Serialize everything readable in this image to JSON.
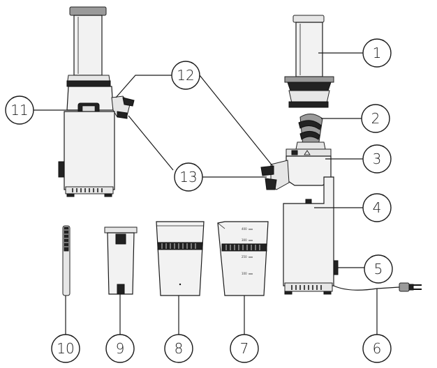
{
  "callouts": {
    "c1": "1",
    "c2": "2",
    "c3": "3",
    "c4": "4",
    "c5": "5",
    "c6": "6",
    "c7": "7",
    "c8": "8",
    "c9": "9",
    "c10": "10",
    "c11": "11",
    "c12": "12",
    "c13": "13"
  },
  "cup_scale": {
    "t400": "400",
    "t300": "300",
    "t250": "250",
    "t100": "100"
  }
}
